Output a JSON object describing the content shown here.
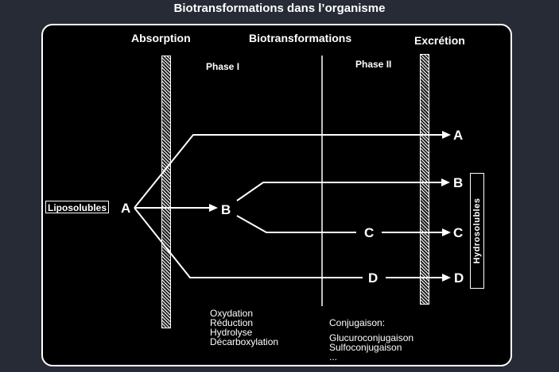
{
  "title": "Biotransformations dans l’organisme",
  "headers": {
    "absorption": "Absorption",
    "biotransformations": "Biotransformations",
    "excretion": "Excrétion"
  },
  "phases": {
    "phase1": "Phase I",
    "phase2": "Phase II"
  },
  "nodes": {
    "liposolubles_label": "Liposolubles",
    "a_source": "A",
    "b_middle": "B",
    "c_middle": "C",
    "d_middle": "D",
    "a_out": "A",
    "b_out": "B",
    "c_out": "C",
    "d_out": "D"
  },
  "phase1_reactions": [
    "Oxydation",
    "Réduction",
    "Hydrolyse",
    "Décarboxylation"
  ],
  "phase2": {
    "heading": "Conjugaison:",
    "reactions": [
      "Glucuroconjugaison",
      "Sulfoconjugaison",
      "..."
    ]
  },
  "vertical_box_text": "Hydrosolubles"
}
